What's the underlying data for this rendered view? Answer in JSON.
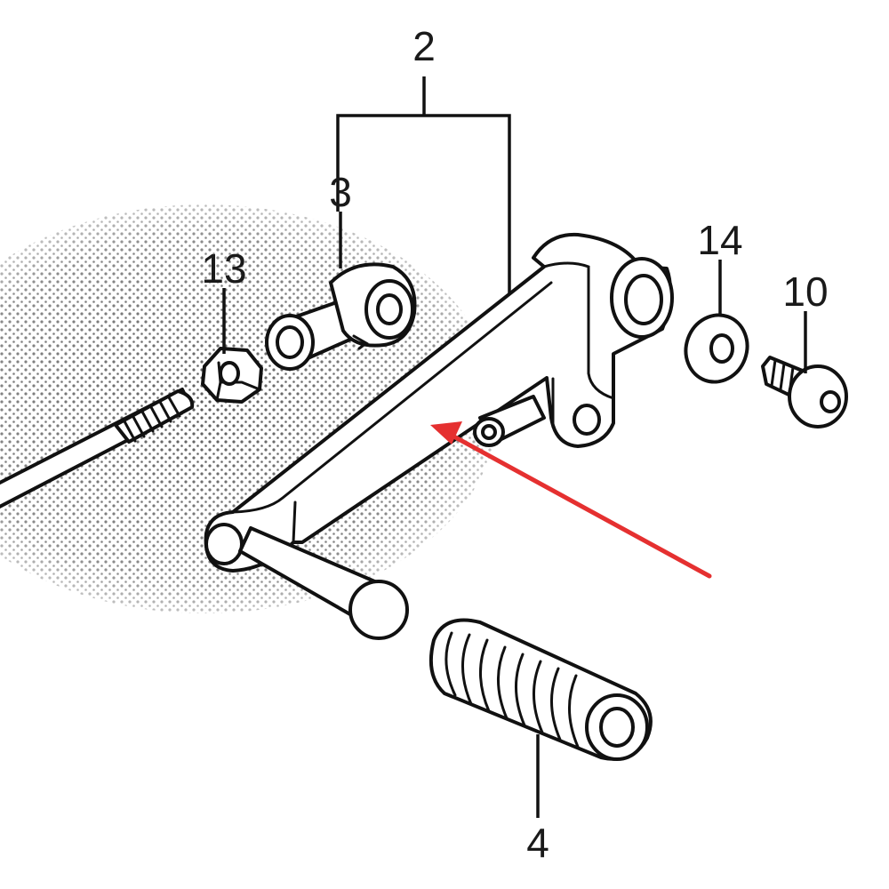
{
  "diagram": {
    "callouts": {
      "part2": "2",
      "part3": "3",
      "part4": "4",
      "part10": "10",
      "part13": "13",
      "part14": "14"
    },
    "colors": {
      "line": "#111111",
      "arrow": "#e53030",
      "stipple": "#5a5a5a",
      "background": "#ffffff"
    }
  }
}
